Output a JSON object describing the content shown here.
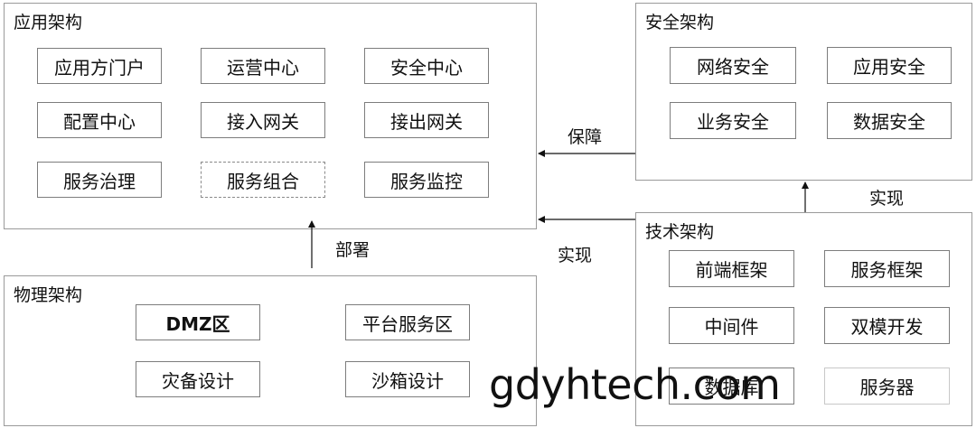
{
  "app_panel": {
    "title": "应用架构",
    "items": [
      "应用方门户",
      "运营中心",
      "安全中心",
      "配置中心",
      "接入网关",
      "接出网关",
      "服务治理",
      "服务组合",
      "服务监控"
    ]
  },
  "security_panel": {
    "title": "安全架构",
    "items": [
      "网络安全",
      "应用安全",
      "业务安全",
      "数据安全"
    ]
  },
  "tech_panel": {
    "title": "技术架构",
    "items": [
      "前端框架",
      "服务框架",
      "中间件",
      "双模开发",
      "数据库",
      "服务器"
    ]
  },
  "physical_panel": {
    "title": "物理架构",
    "items": [
      "DMZ区",
      "平台服务区",
      "灾备设计",
      "沙箱设计"
    ]
  },
  "arrows": {
    "guarantee": "保障",
    "implement_security": "实现",
    "implement_app": "实现",
    "deploy": "部署"
  },
  "watermark": "gdyhtech.com"
}
